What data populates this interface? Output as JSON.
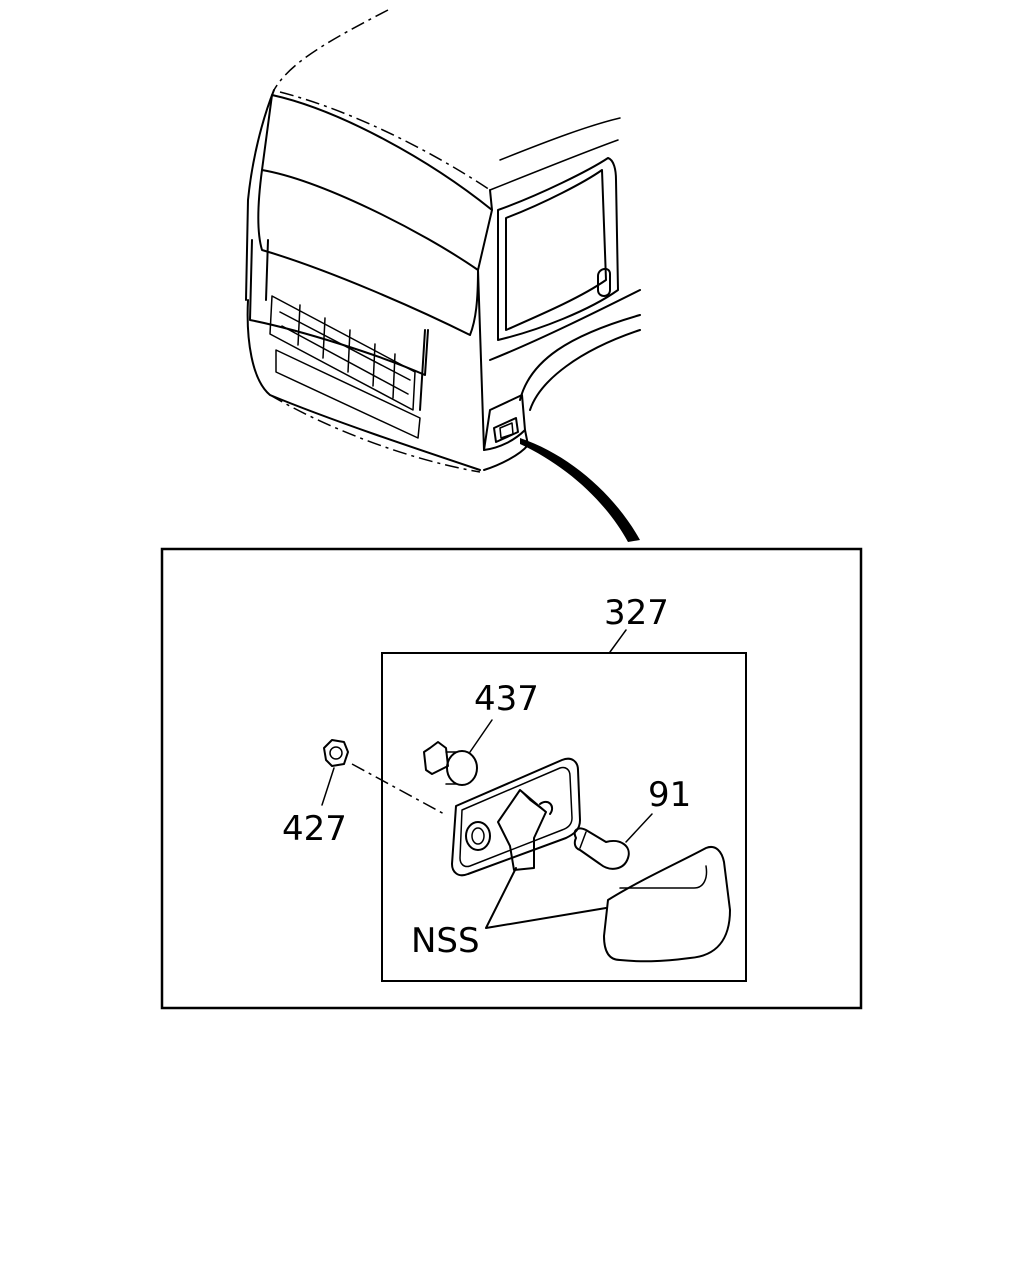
{
  "labels": {
    "assembly": "327",
    "socket": "437",
    "nut": "427",
    "bulb": "91",
    "not_serviced": "NSS"
  }
}
